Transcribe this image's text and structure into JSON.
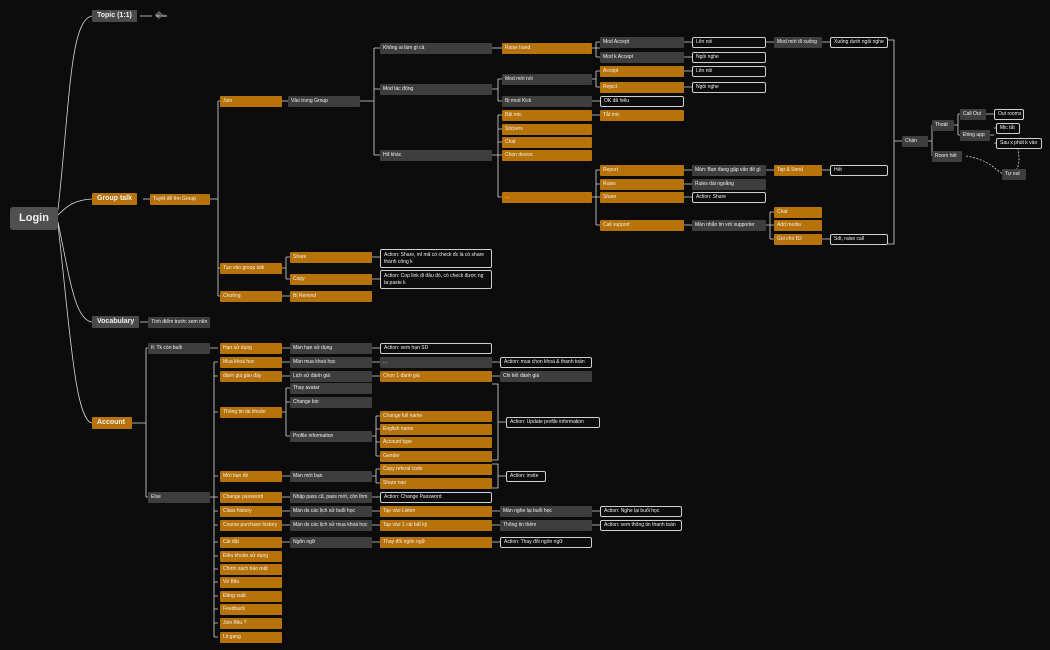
{
  "root": "Login",
  "topic": {
    "label": "Topic (1:1)",
    "child": "tư vấn"
  },
  "group": {
    "label": "Group talk",
    "sub": "Tuyệt để tìm Group",
    "join": "Join",
    "vao": "Vào trong Group",
    "khong": "Không ai làm gì cả",
    "raise": "Raise hand",
    "modAccept": "Mod Accept",
    "lenNoi": "Lên nói",
    "modMoi": "Mod mời đi xuống",
    "xuongDuoi": "Xuống dưới ngồi nghe",
    "modKAccept": "Mod k Accept",
    "ngoiNghe": "Ngồi nghe",
    "modTac": "Mod tác động",
    "modMoiNoi": "Mod mời nói",
    "accept": "Accept",
    "lenNoi2": "Lên nói",
    "reject": "Reject",
    "ngoiNghe2": "Ngồi nghe",
    "biKick": "Bị mod Kick",
    "okDa": "OK đã hiểu",
    "hdKhac": "Hđ khác",
    "batMic": "Bật mic",
    "tatMic": "Tắt mic",
    "stickers": "Stickers",
    "chat": "Chat",
    "chonDevice": "Chọn device",
    "dots": "...",
    "report": "Report",
    "manBan": "Màn: Bạn đang gặp vấn đề gì",
    "tapSend": "Tap & Send",
    "het": "Hết",
    "rules": "Rules",
    "rulesDai": "Rules dài ngoằng",
    "share": "Share",
    "actShare": "Action: Share",
    "callSupport": "Call support",
    "manNhan": "Màn nhắn tin với supporter",
    "chat2": "Chat",
    "addMedia": "Add media",
    "goiCho": "Gọi cho B2",
    "sdt": "Sdt, raise call",
    "chan": "Chán",
    "thoat": "Thoát",
    "callOut": "Call Out",
    "outRooms": "Out rooms",
    "dongApp": "Đóng app",
    "micTat": "Mic tắt",
    "sau": "Sau x phút k vào",
    "roomHet": "Room hết",
    "tuOut": "Tự out",
    "tao": "Tạo vào group talk",
    "share2": "Share",
    "actShare2": "Action: Share, ml mã có check đc là có share thành công k",
    "copy": "Copy",
    "actCopy": "Action: Cop link đi đâu đó, có check được ng ta paste k",
    "chuong": "Chuông",
    "biRemind": "Bị Remind"
  },
  "vocab": {
    "label": "Vocabulary",
    "sub": "Tính điểm trước xem nên"
  },
  "account": {
    "label": "Account",
    "ifTk": "If. Tk còn buổi",
    "else": "Else",
    "hanSd": "Hạn sử dụng",
    "manHan": "Màn hạn sử dụng",
    "actHan": "Action: xem hạn SD",
    "muaKhoa": "Mua khoá học",
    "manMua": "Màn mua khoá học",
    "muaDots": "...",
    "actMua": "Action: mua chọn khoá & thanh toán",
    "danhGia": "đánh giá gần đây",
    "lichSu": "Lịch sử đánh giá",
    "chon1": "Chọn 1 đánh giá",
    "chiTiet": "Chi tiết đánh giá",
    "thongTin": "Thông tin tài khoản",
    "thayAvatar": "Thay avatar",
    "changeBio": "Change bio",
    "profileInfo": "Profile information",
    "changeFull": "Change full name",
    "english": "English name",
    "accType": "Account type",
    "gender": "Gender",
    "actUpdate": "Action: Update profile information",
    "moiBan": "Mời bạn đề",
    "manMoi": "Màn mời bạn",
    "copyRef": "Copy referal code",
    "shareNao": "Share nao",
    "actInvite": "Action: invite",
    "changePw": "Change password",
    "nhapPass": "Nhập pass cũ, pass mới, còn firm",
    "actChangePw": "Action: Change Password",
    "classHist": "Class history",
    "manDs": "Màn ds các lịch sử buổi học",
    "tapListen": "Tap vào Listen",
    "manNghe": "Màn nghe lại buổi học",
    "actNghe": "Action: Nghe lại buổi học",
    "coursePur": "Course purchase history",
    "manDsMua": "Màn ds các lịch sử mua khoá học",
    "tap1": "Tap vào 1 cái bất kỳ",
    "thongTinTt": "Thông tin thêm",
    "actXem": "Action: xem thông tin thanh toán",
    "caiDat": "Cài đặt",
    "ngonNgu": "Ngôn ngữ",
    "thayDoi": "Thay đổi ngôn ngữ",
    "actThay": "Action: Thay đổi ngôn ngữ",
    "dieuKhoan": "Điều khoản sử dụng",
    "chinhSach": "Chính sách bảo mật",
    "veBitu": "Về Bitu",
    "dangXuat": "Đăng xuất",
    "feedback": "Feedback",
    "joinBitu": "Join Bitu ?",
    "litgang": "Lit gang"
  }
}
